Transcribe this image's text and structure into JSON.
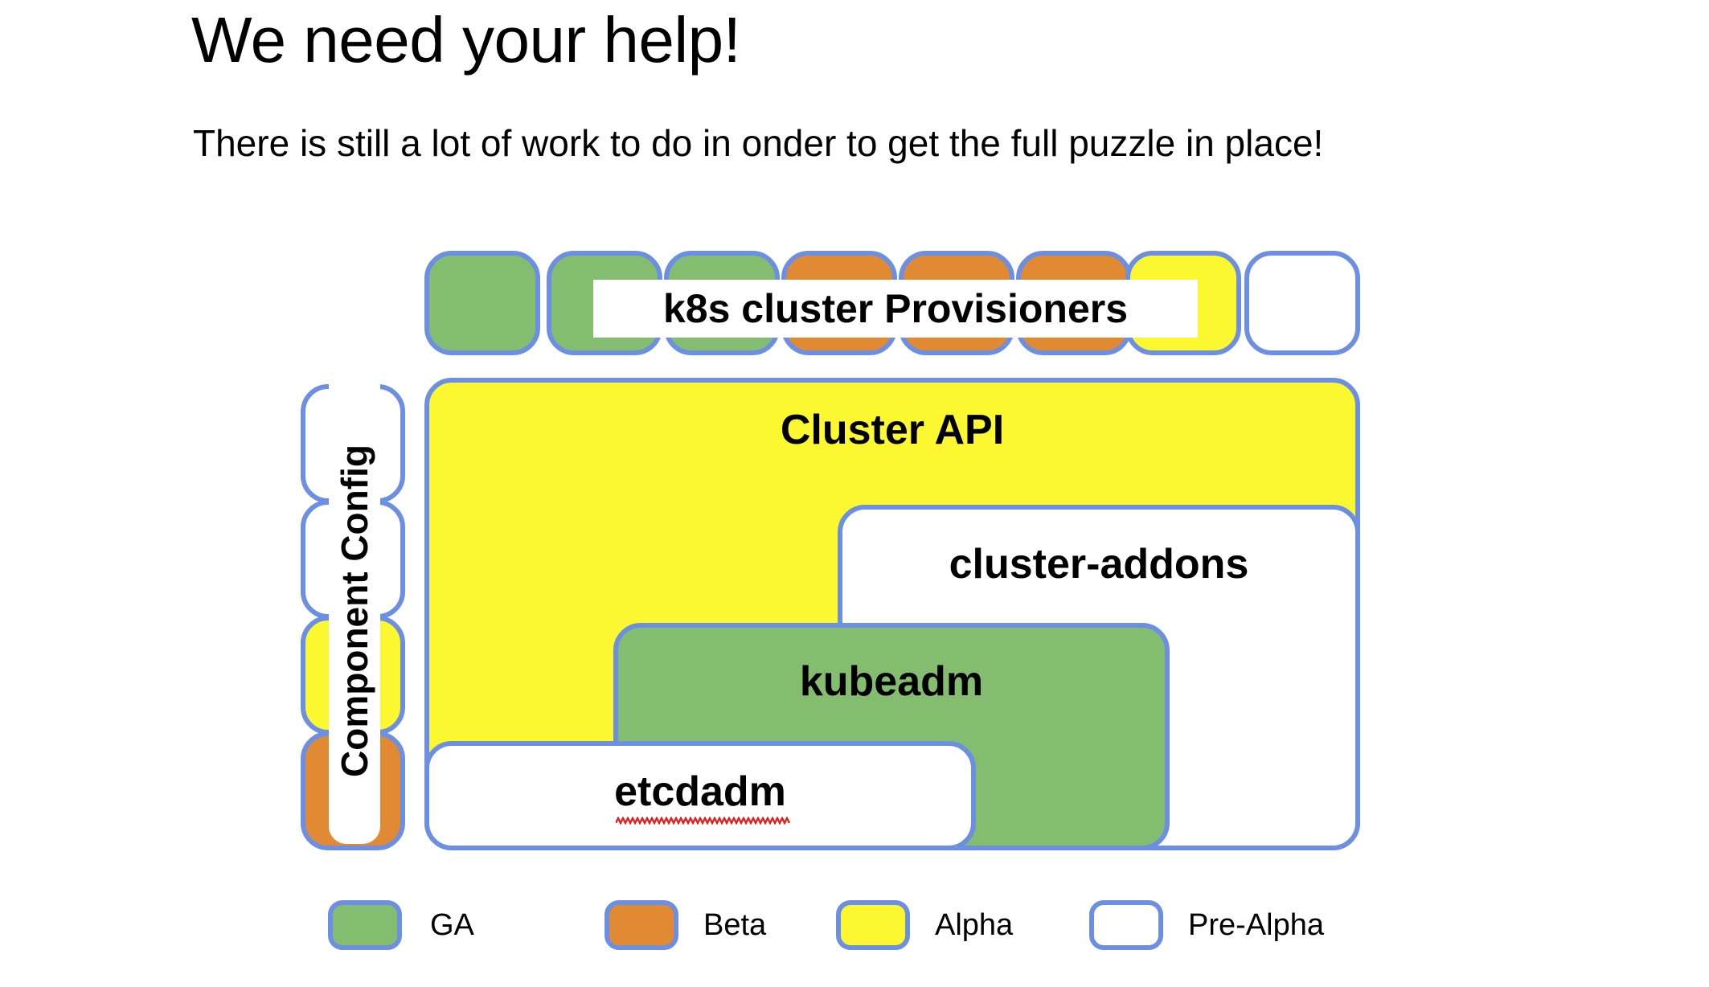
{
  "slide": {
    "title": "We need your help!",
    "subtitle": "There is still a lot of work to do in onder to get the full puzzle in place!"
  },
  "colors": {
    "border": "#6d8fe3",
    "ga": "#85bd70",
    "beta": "#e08a33",
    "alpha": "#fbf730",
    "prealpha": "#ffffff",
    "text": "#000000",
    "spellcheck": "#e02020",
    "background": "#ffffff"
  },
  "provisioner_row": {
    "label": "k8s cluster Provisioners",
    "tiles": [
      {
        "status": "GA"
      },
      {
        "status": "GA"
      },
      {
        "status": "GA"
      },
      {
        "status": "Beta"
      },
      {
        "status": "Beta"
      },
      {
        "status": "Beta"
      },
      {
        "status": "Alpha"
      },
      {
        "status": "Pre-Alpha"
      }
    ]
  },
  "component_config": {
    "label": "Component Config",
    "tiles": [
      {
        "status": "Pre-Alpha"
      },
      {
        "status": "Pre-Alpha"
      },
      {
        "status": "Alpha"
      },
      {
        "status": "Beta"
      }
    ]
  },
  "stack": {
    "cluster_api": {
      "label": "Cluster API",
      "status": "Alpha"
    },
    "cluster_addons": {
      "label": "cluster-addons",
      "status": "Pre-Alpha"
    },
    "kubeadm": {
      "label": "kubeadm",
      "status": "GA"
    },
    "etcdadm": {
      "label": "etcdadm",
      "status": "Pre-Alpha",
      "misspelled": true
    }
  },
  "legend": {
    "items": [
      {
        "label": "GA",
        "status": "GA"
      },
      {
        "label": "Beta",
        "status": "Beta"
      },
      {
        "label": "Alpha",
        "status": "Alpha"
      },
      {
        "label": "Pre-Alpha",
        "status": "Pre-Alpha"
      }
    ]
  }
}
